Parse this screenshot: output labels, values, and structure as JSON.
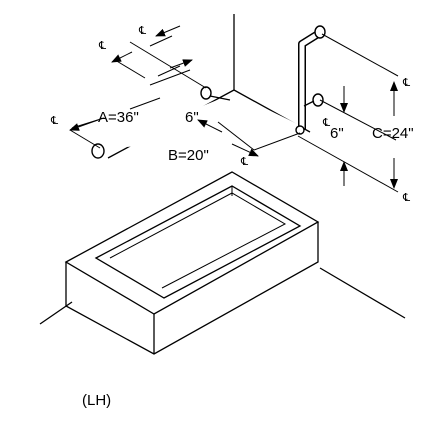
{
  "diagram": {
    "labels": {
      "a": "A=36\"",
      "b": "B=20\"",
      "c": "C=24\"",
      "offset_left": "6\"",
      "offset_right": "6\""
    },
    "centerline_symbol": "℄",
    "caption": "(LH)"
  }
}
